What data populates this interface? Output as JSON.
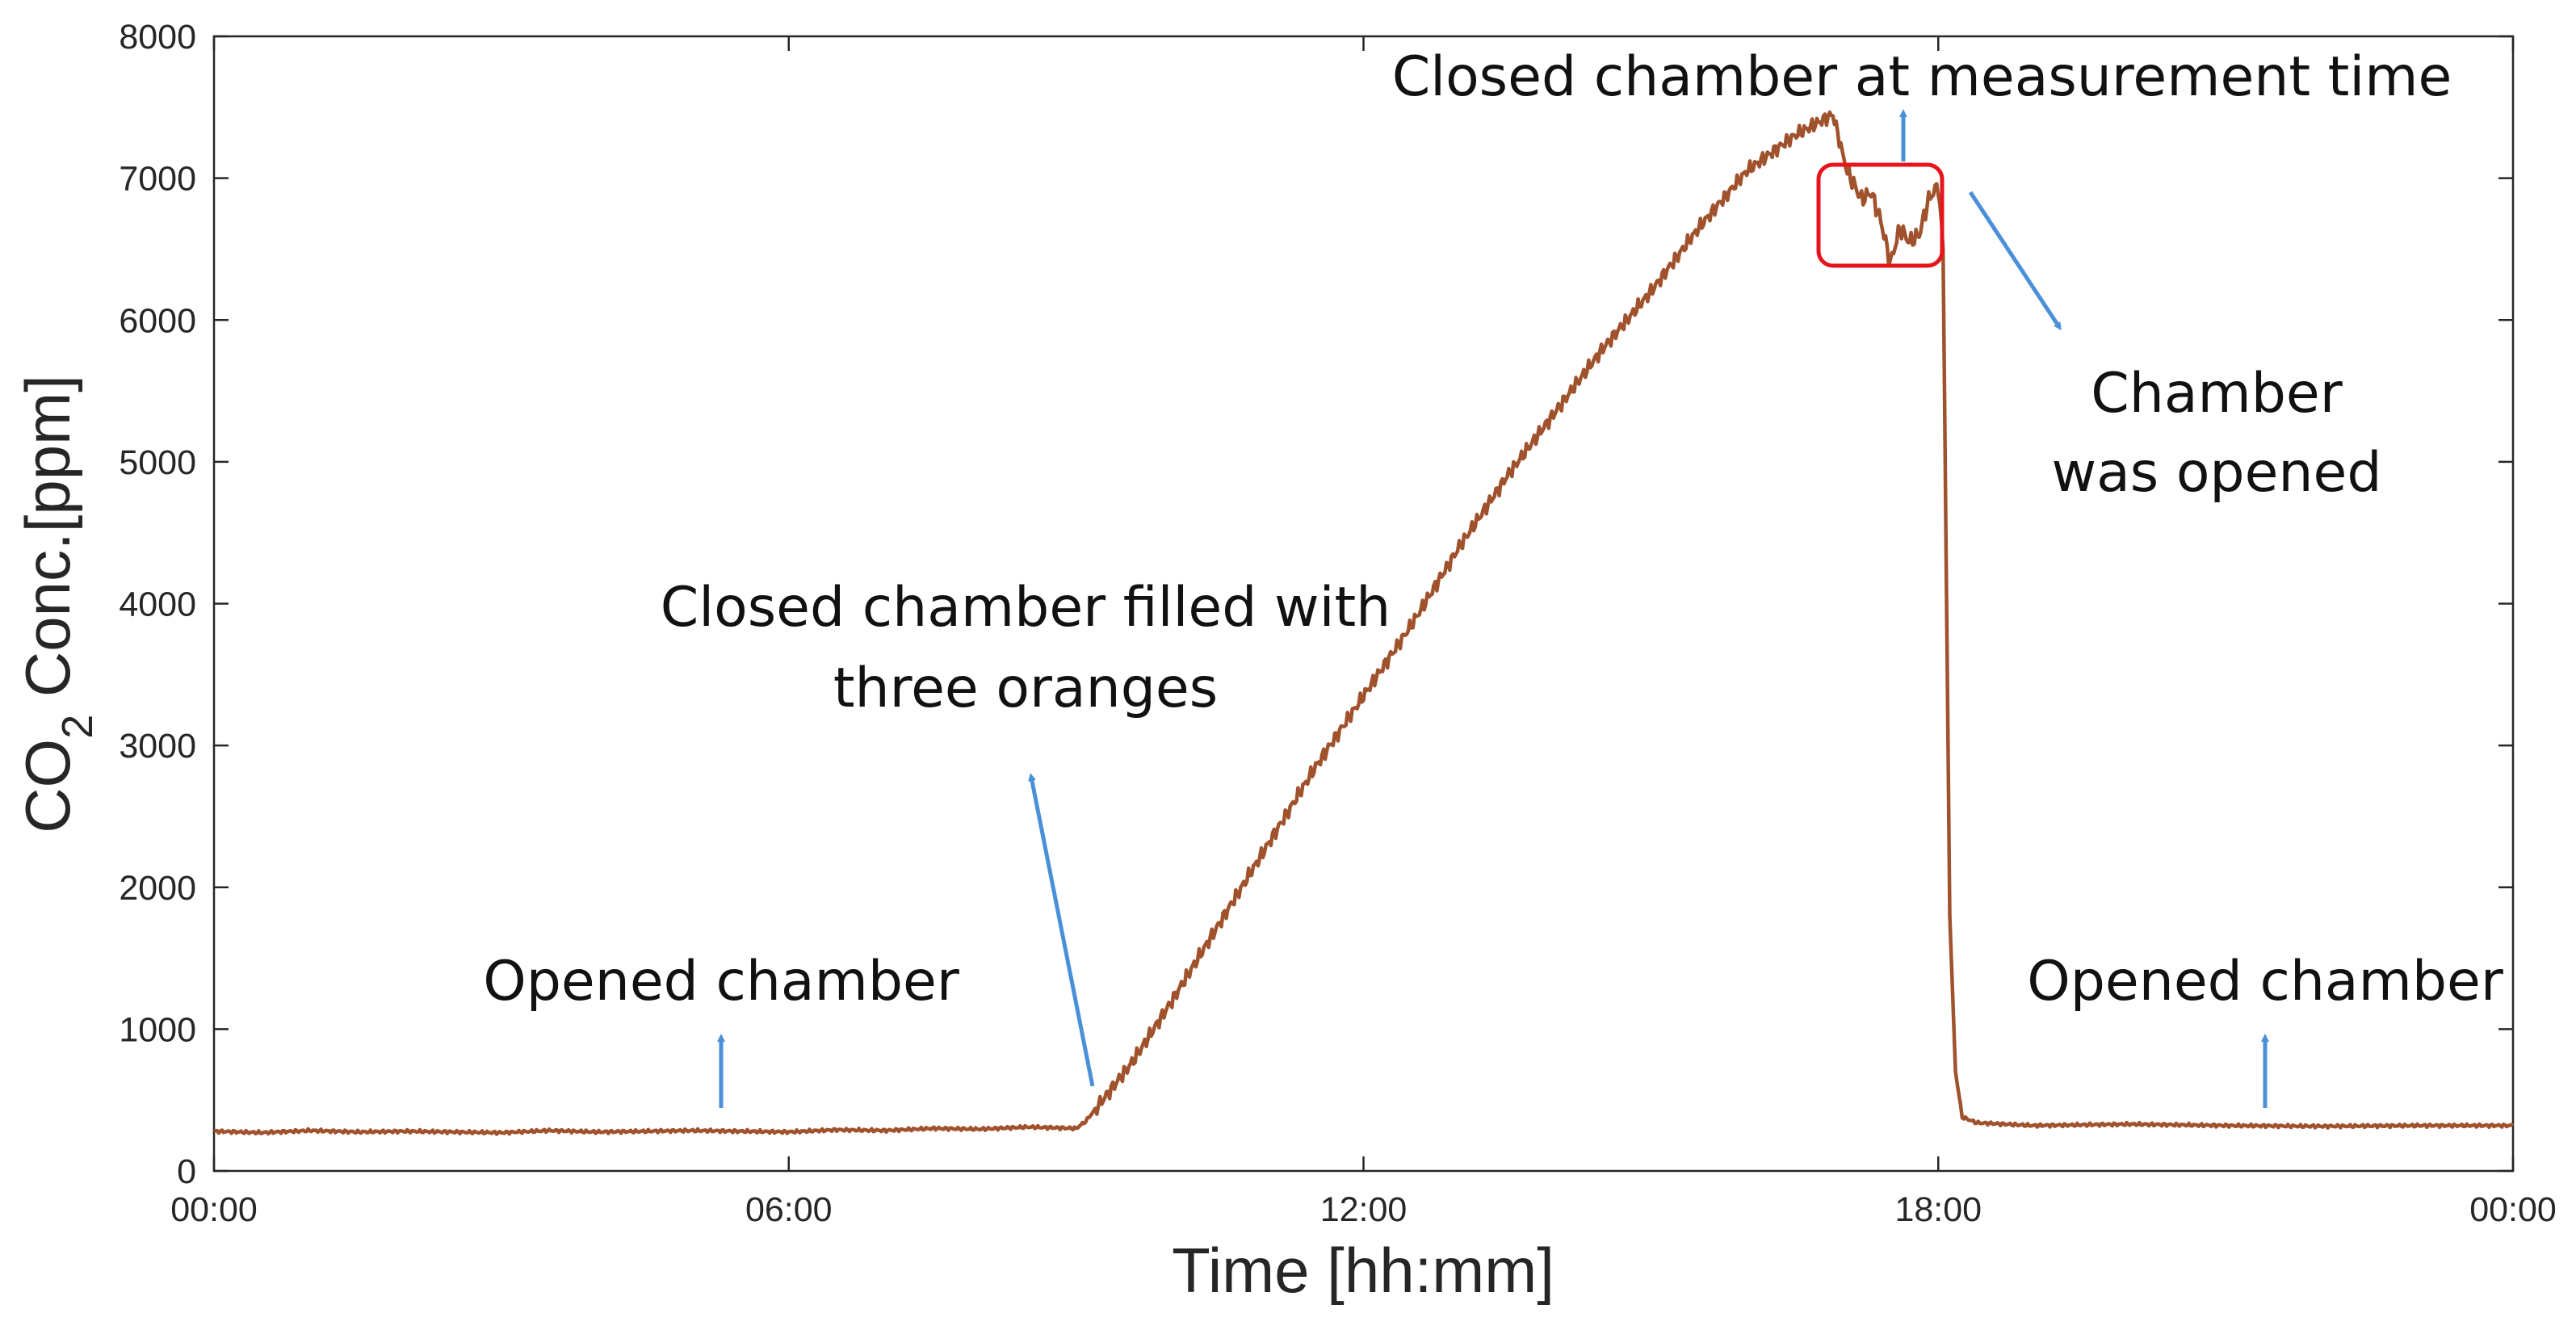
{
  "chart_data": {
    "type": "line",
    "xlabel": "Time [hh:mm]",
    "ylabel_main": "CO",
    "ylabel_sub": "2",
    "ylabel_rest": " Conc.[ppm]",
    "ylim": [
      0,
      8000
    ],
    "xlim": [
      0,
      24
    ],
    "yticks": [
      0,
      1000,
      2000,
      3000,
      4000,
      5000,
      6000,
      7000,
      8000
    ],
    "xticks": [
      {
        "value": 0,
        "label": "00:00"
      },
      {
        "value": 6,
        "label": "06:00"
      },
      {
        "value": 12,
        "label": "12:00"
      },
      {
        "value": 18,
        "label": "18:00"
      },
      {
        "value": 24,
        "label": "00:00"
      }
    ],
    "grid": false,
    "line_color": "#a0522d",
    "series": [
      {
        "x": [
          0,
          0.5,
          1,
          1.5,
          2,
          2.5,
          3,
          3.5,
          4,
          4.5,
          5,
          5.5,
          6,
          6.5,
          7,
          7.5,
          8,
          8.5,
          9.0,
          9.1,
          9.3,
          9.6,
          10,
          10.5,
          11,
          11.5,
          12,
          12.5,
          13,
          13.5,
          14,
          14.5,
          15,
          15.5,
          16,
          16.5,
          16.9,
          17.05,
          17.2,
          17.3,
          17.4,
          17.5,
          17.6,
          17.7,
          17.8,
          17.9,
          18.0,
          18.05,
          18.08,
          18.12,
          18.18,
          18.25,
          18.4,
          19,
          20,
          21,
          22,
          23,
          24
        ],
        "y": [
          280,
          270,
          285,
          275,
          280,
          275,
          270,
          285,
          275,
          280,
          285,
          280,
          275,
          290,
          285,
          300,
          295,
          310,
          300,
          350,
          520,
          780,
          1200,
          1750,
          2300,
          2850,
          3350,
          3850,
          4400,
          4900,
          5350,
          5800,
          6200,
          6650,
          7050,
          7300,
          7450,
          7050,
          6850,
          6900,
          6700,
          6400,
          6650,
          6550,
          6600,
          6850,
          6950,
          6500,
          4500,
          1800,
          700,
          380,
          340,
          320,
          330,
          320,
          315,
          320,
          320
        ]
      }
    ],
    "annotations": [
      {
        "id": "opened-left",
        "text": "Opened chamber"
      },
      {
        "id": "filled",
        "line1": "Closed chamber filled with",
        "line2": "three oranges"
      },
      {
        "id": "measurement",
        "text": "Closed chamber at measurement time"
      },
      {
        "id": "was-opened",
        "line1": "Chamber",
        "line2": "was opened"
      },
      {
        "id": "opened-right",
        "text": "Opened chamber"
      }
    ],
    "annotation_arrow_color": "#4a90d9",
    "highlight_box_color": "#e8141c"
  }
}
